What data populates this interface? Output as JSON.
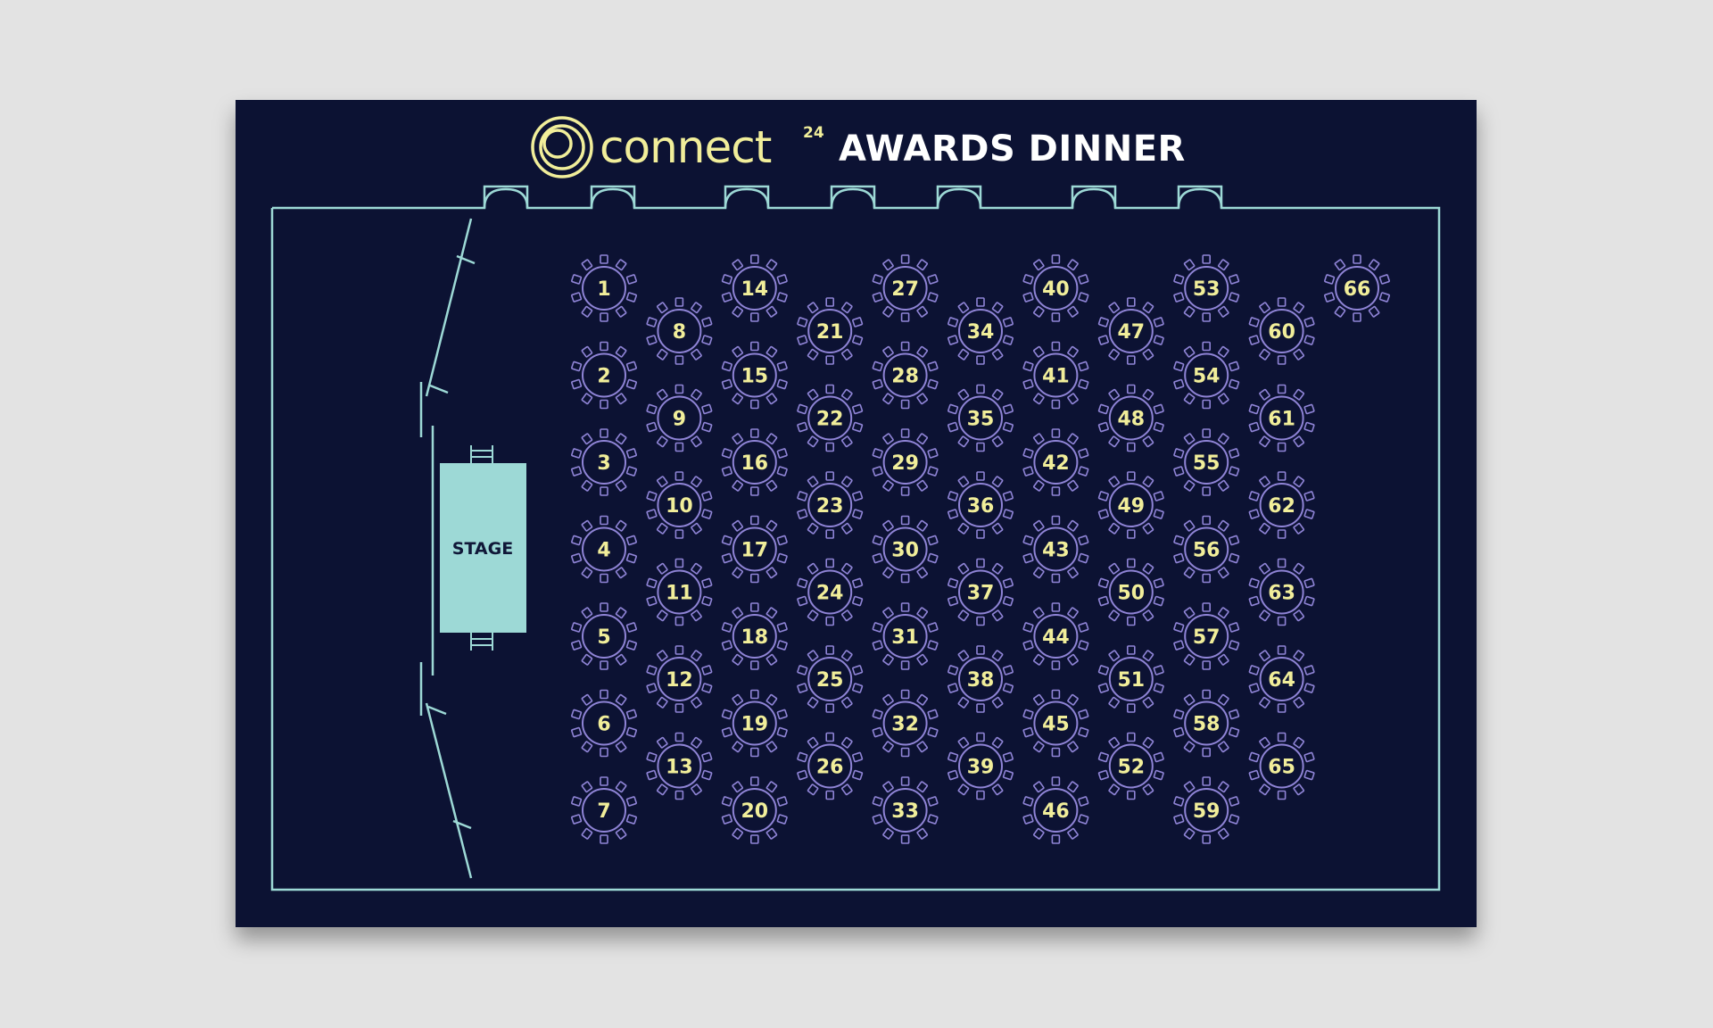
{
  "header": {
    "brand_name": "connect",
    "brand_superscript": "24",
    "title": "AWARDS DINNER",
    "logo_icon": "interlocking-rings-logo"
  },
  "stage": {
    "label": "STAGE"
  },
  "tables": {
    "columns": [
      [
        "1",
        "2",
        "3",
        "4",
        "5",
        "6",
        "7"
      ],
      [
        "8",
        "9",
        "10",
        "11",
        "12",
        "13"
      ],
      [
        "14",
        "15",
        "16",
        "17",
        "18",
        "19",
        "20"
      ],
      [
        "21",
        "22",
        "23",
        "24",
        "25",
        "26"
      ],
      [
        "27",
        "28",
        "29",
        "30",
        "31",
        "32",
        "33"
      ],
      [
        "34",
        "35",
        "36",
        "37",
        "38",
        "39"
      ],
      [
        "40",
        "41",
        "42",
        "43",
        "44",
        "45",
        "46"
      ],
      [
        "47",
        "48",
        "49",
        "50",
        "51",
        "52"
      ],
      [
        "53",
        "54",
        "55",
        "56",
        "57",
        "58",
        "59"
      ],
      [
        "60",
        "61",
        "62",
        "63",
        "64",
        "65"
      ],
      [
        "66"
      ]
    ]
  },
  "colors": {
    "background": "#0c1233",
    "outline": "#9dd9d6",
    "stage": "#9dd9d6",
    "table": "#8f84d6",
    "table_number": "#f1ee9a",
    "title": "#ffffff",
    "brand": "#f1ee9a"
  }
}
